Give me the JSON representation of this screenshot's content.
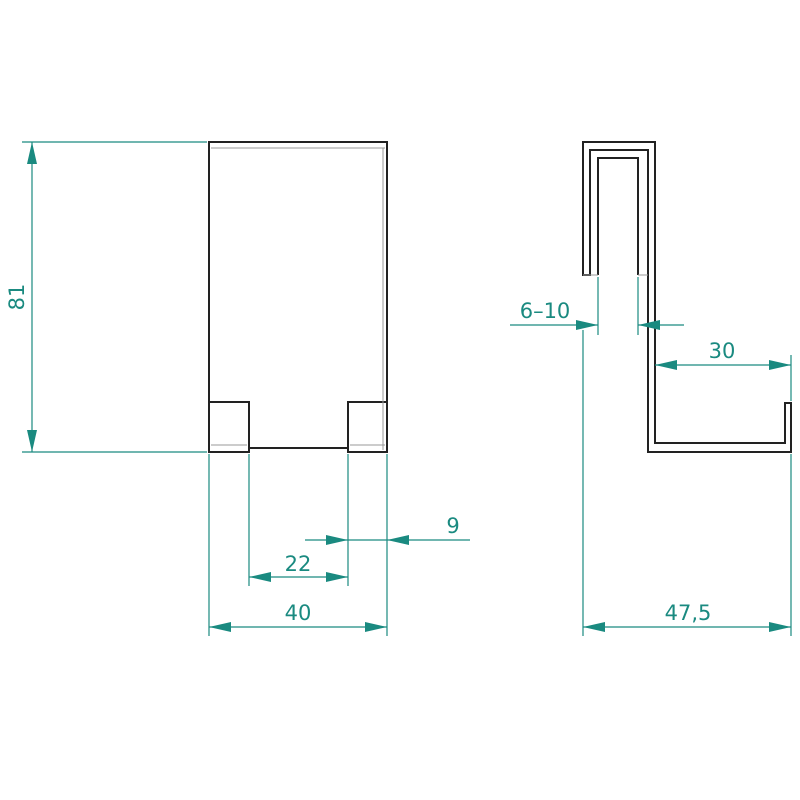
{
  "colors": {
    "dimension": "#1a8a80",
    "outline": "#222222"
  },
  "dimensions": {
    "height": "81",
    "width": "40",
    "gap": "22",
    "tab": "9",
    "door_thickness": "6–10",
    "hook_depth": "30",
    "total_depth": "47,5"
  }
}
